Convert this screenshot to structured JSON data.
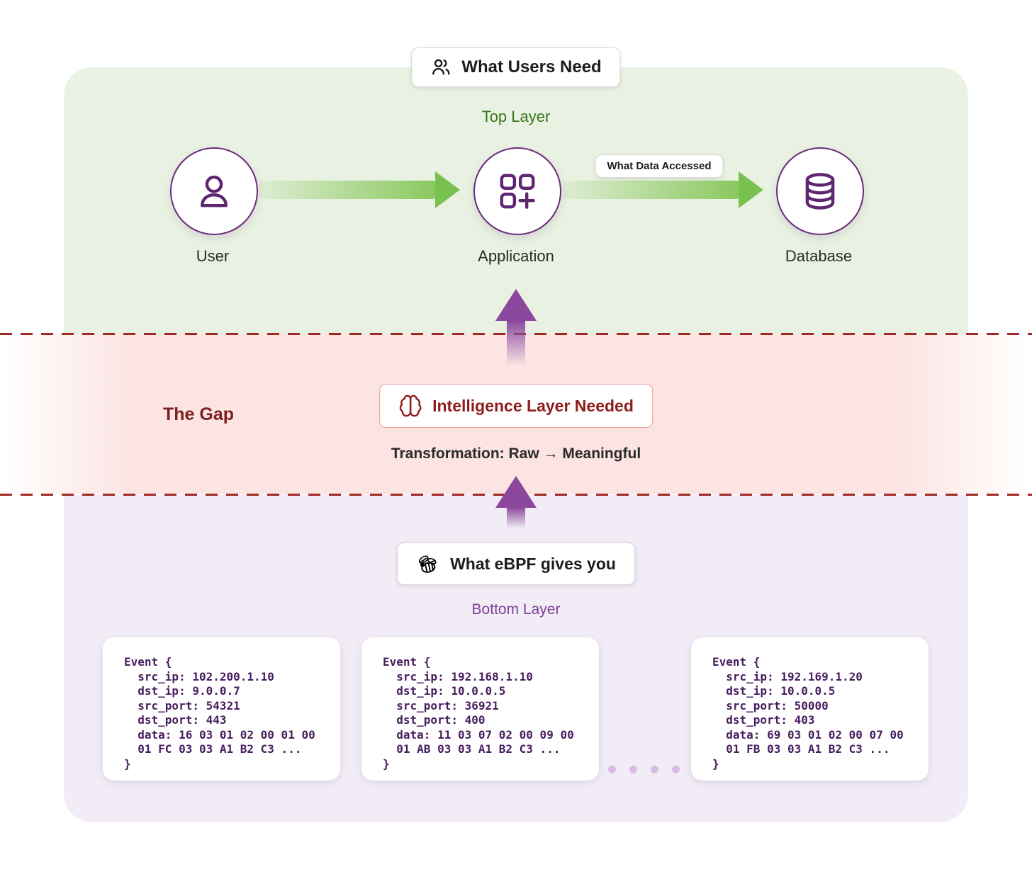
{
  "top_layer": {
    "badge_label": "What Users Need",
    "layer_label": "Top Layer",
    "nodes": [
      {
        "label": "User"
      },
      {
        "label": "Application"
      },
      {
        "label": "Database"
      }
    ],
    "arrow_label": "What Data Accessed"
  },
  "gap": {
    "title": "The Gap",
    "badge_label": "Intelligence Layer Needed",
    "subtitle": "Transformation: Raw → Meaningful"
  },
  "bottom_layer": {
    "badge_label": "What eBPF gives you",
    "layer_label": "Bottom Layer",
    "events": [
      {
        "code": "Event {\n  src_ip: 102.200.1.10\n  dst_ip: 9.0.0.7\n  src_port: 54321\n  dst_port: 443\n  data: 16 03 01 02 00 01 00\n  01 FC 03 03 A1 B2 C3 ...\n}"
      },
      {
        "code": "Event {\n  src_ip: 192.168.1.10\n  dst_ip: 10.0.0.5\n  src_port: 36921\n  dst_port: 400\n  data: 11 03 07 02 00 09 00\n  01 AB 03 03 A1 B2 C3 ...\n}"
      },
      {
        "code": "Event {\n  src_ip: 192.169.1.20\n  dst_ip: 10.0.0.5\n  src_port: 50000\n  dst_port: 403\n  data: 69 03 01 02 00 07 00\n  01 FB 03 03 A1 B2 C3 ...\n}"
      }
    ]
  },
  "colors": {
    "top_panel_bg": "#e9f2e2",
    "gap_band_bg": "#fbe4e2",
    "bottom_panel_bg": "#f1ecf6",
    "green_accent": "#79c14f",
    "green_text": "#39741e",
    "purple_accent": "#8a479c",
    "purple_outline": "#6b2d79",
    "purple_text": "#7b3f96",
    "red_accent": "#9e2a25",
    "red_text": "#8e1c1c",
    "code_text": "#461d5e"
  }
}
